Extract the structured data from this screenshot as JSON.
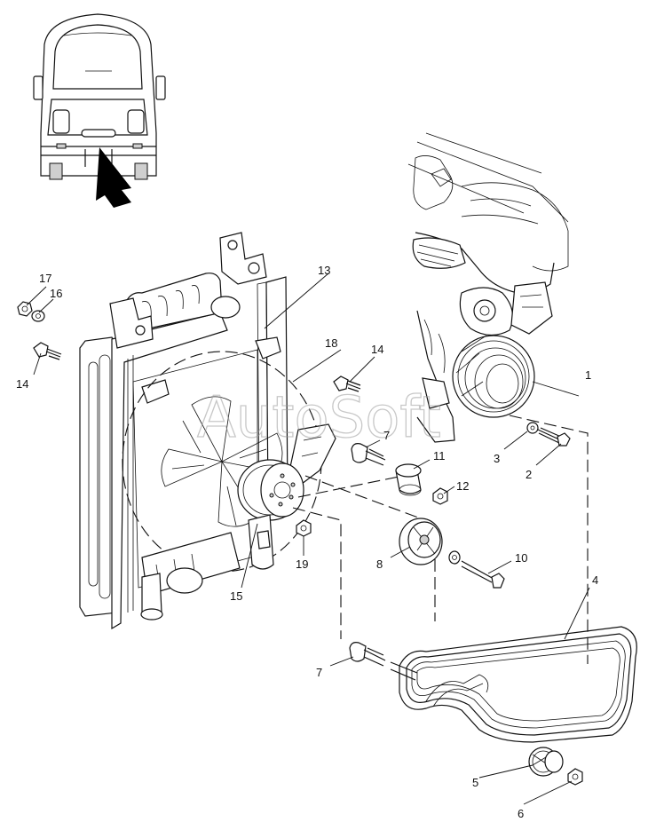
{
  "watermark": "AutoSoft",
  "callouts": {
    "c1": "1",
    "c2": "2",
    "c3": "3",
    "c4": "4",
    "c5": "5",
    "c6": "6",
    "c7a": "7",
    "c7b": "7",
    "c8": "8",
    "c10": "10",
    "c11": "11",
    "c12": "12",
    "c13": "13",
    "c14a": "14",
    "c14b": "14",
    "c15": "15",
    "c16": "16",
    "c17": "17",
    "c18": "18",
    "c19": "19"
  }
}
